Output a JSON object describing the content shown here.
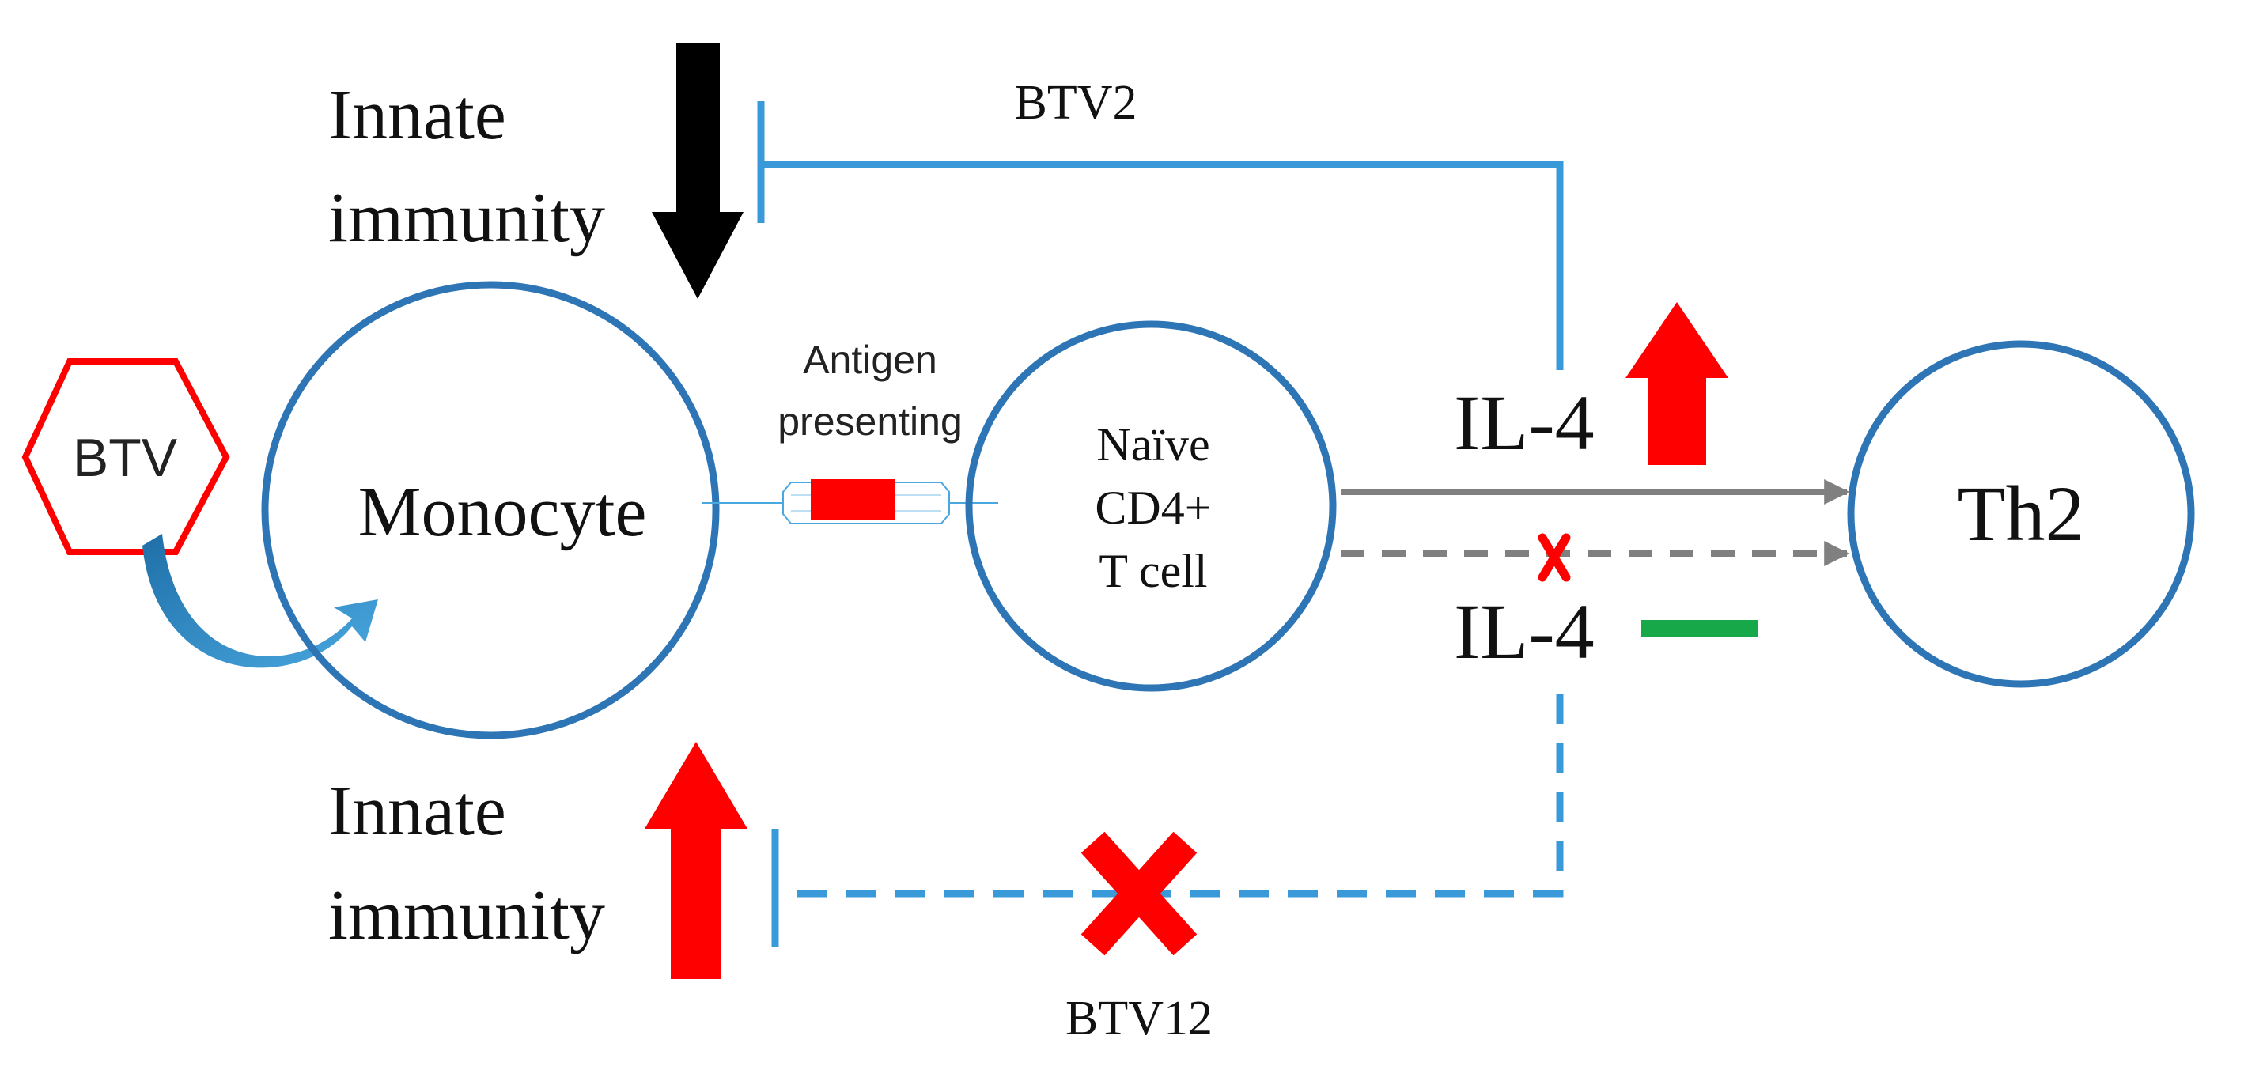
{
  "labels": {
    "innate_top_line1": "Innate",
    "innate_top_line2": "immunity",
    "innate_bottom_line1": "Innate",
    "innate_bottom_line2": "immunity",
    "btv2": "BTV2",
    "btv12": "BTV12",
    "btv": "BTV",
    "monocyte": "Monocyte",
    "antigen_line1": "Antigen",
    "antigen_line2": "presenting",
    "naive_line1": "Naïve",
    "naive_line2": "CD4+",
    "naive_line3": "T cell",
    "il4_up": "IL-4",
    "il4_neutral": "IL-4",
    "th2": "Th2"
  },
  "colors": {
    "cell_outline": "#2e75b6",
    "pathway_blue": "#3a9ad9",
    "up_red": "#ff0000",
    "down_black": "#000000",
    "neutral_green": "#17a84a",
    "flow_gray": "#808080",
    "btv_hexagon": "#ff0000"
  }
}
